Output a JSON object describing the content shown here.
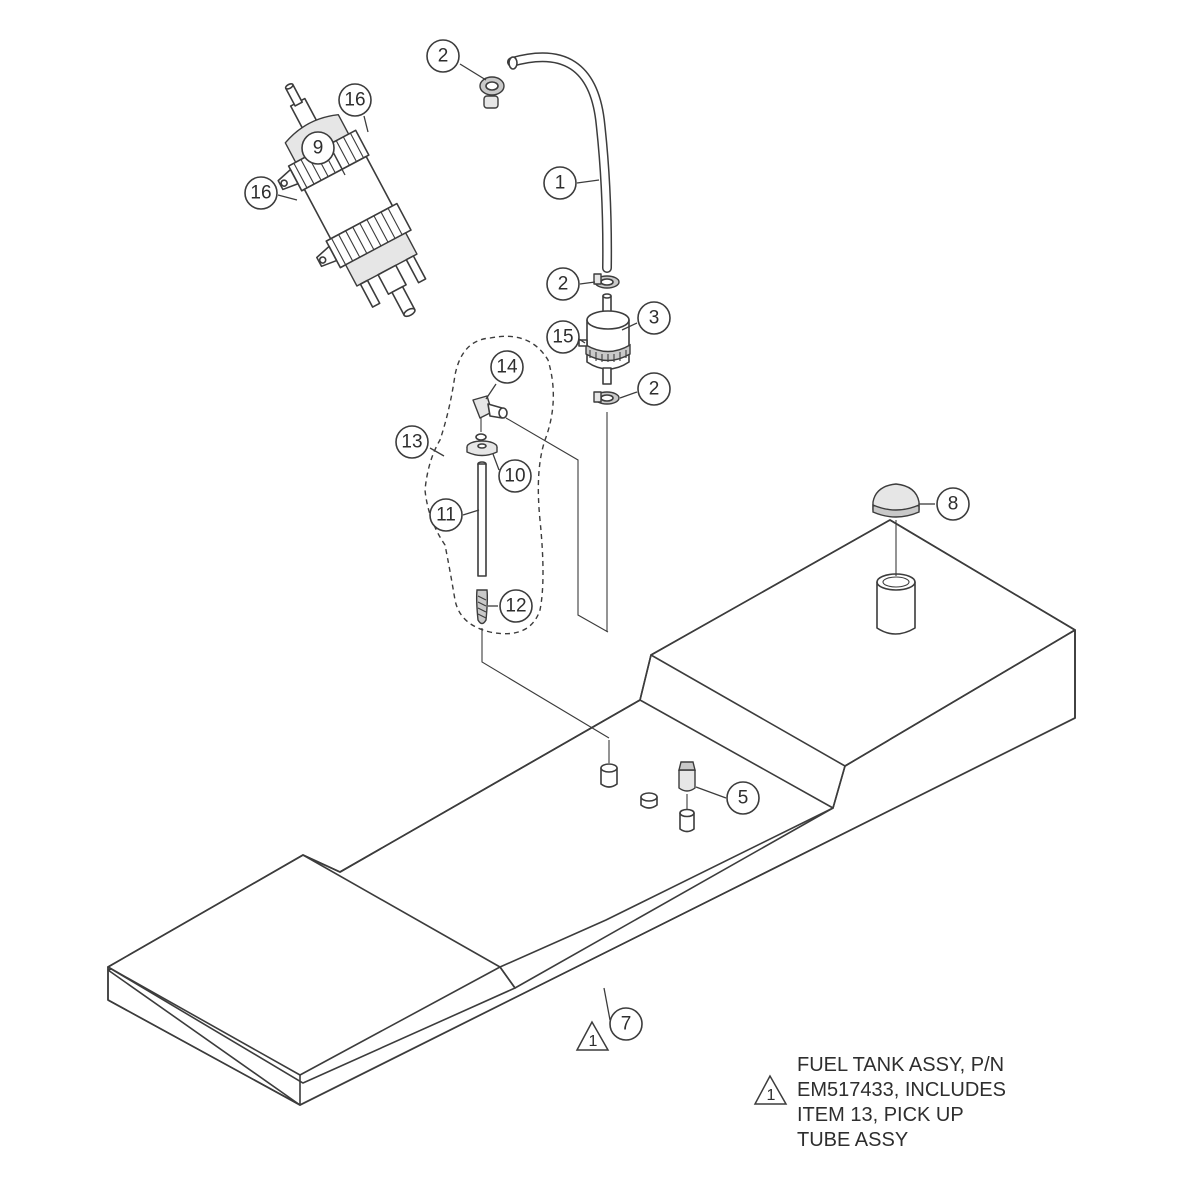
{
  "callouts": {
    "c1": "1",
    "c2a": "2",
    "c2b": "2",
    "c2c": "2",
    "c3": "3",
    "c5": "5",
    "c7": "7",
    "c8": "8",
    "c9": "9",
    "c10": "10",
    "c11": "11",
    "c12": "12",
    "c13": "13",
    "c14": "14",
    "c15": "15",
    "c16a": "16",
    "c16b": "16"
  },
  "flag": {
    "tank_flag": "1",
    "note_flag": "1"
  },
  "note": {
    "line1": "FUEL TANK ASSY, P/N",
    "line2": "EM517433, INCLUDES",
    "line3": "ITEM 13, PICK UP",
    "line4": "TUBE ASSY"
  }
}
